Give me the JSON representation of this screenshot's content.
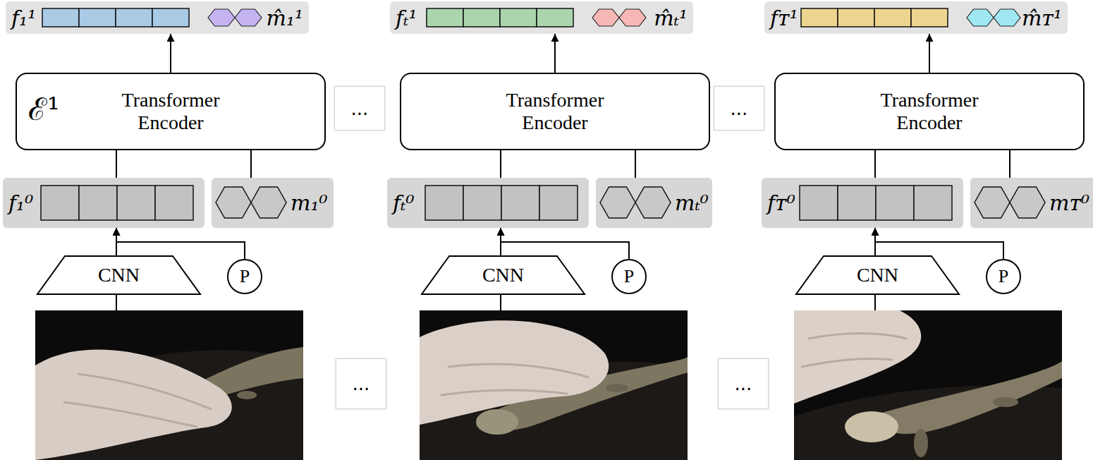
{
  "diagram": {
    "nodes": [
      {
        "text": [
          "f₁¹",
          "m̂₁¹"
        ]
      },
      {
        "text": [
          "ℰ¹",
          "Transformer Encoder"
        ]
      },
      {
        "text": [
          "f₁⁰"
        ]
      },
      {
        "text": [
          "m₁⁰"
        ]
      },
      {
        "text": [
          "CNN"
        ]
      },
      {
        "text": [
          "P"
        ]
      },
      {
        "text": [
          "..."
        ]
      },
      {
        "text": [
          "..."
        ]
      },
      {
        "text": [
          "fₜ¹",
          "m̂ₜ¹"
        ]
      },
      {
        "text": [
          "Transformer Encoder"
        ]
      },
      {
        "text": [
          "fₜ⁰"
        ]
      },
      {
        "text": [
          "mₜ⁰"
        ]
      },
      {
        "text": [
          "CNN"
        ]
      },
      {
        "text": [
          "P"
        ]
      },
      {
        "text": [
          "..."
        ]
      },
      {
        "text": [
          "..."
        ]
      },
      {
        "text": [
          "fᴛ¹",
          "m̂ᴛ¹"
        ]
      },
      {
        "text": [
          "Transformer Encoder"
        ]
      },
      {
        "text": [
          "fᴛ⁰"
        ]
      },
      {
        "text": [
          "mᴛ⁰"
        ]
      },
      {
        "text": [
          "CNN"
        ]
      },
      {
        "text": [
          "P"
        ]
      }
    ],
    "edges": [
      {
        "from": 1,
        "to": 0,
        "arrow": "to"
      },
      {
        "from": 2,
        "to": 1,
        "arrow": "none"
      },
      {
        "from": 3,
        "to": 1,
        "arrow": "none"
      },
      {
        "from": 4,
        "to": 2,
        "arrow": "to"
      },
      {
        "from": 5,
        "to": 2,
        "arrow": "to"
      },
      {
        "from": 9,
        "to": 8,
        "arrow": "to"
      },
      {
        "from": 10,
        "to": 9,
        "arrow": "none"
      },
      {
        "from": 11,
        "to": 9,
        "arrow": "none"
      },
      {
        "from": 12,
        "to": 10,
        "arrow": "to"
      },
      {
        "from": 13,
        "to": 10,
        "arrow": "to"
      },
      {
        "from": 17,
        "to": 16,
        "arrow": "to"
      },
      {
        "from": 18,
        "to": 17,
        "arrow": "none"
      },
      {
        "from": 19,
        "to": 17,
        "arrow": "none"
      },
      {
        "from": 20,
        "to": 18,
        "arrow": "to"
      },
      {
        "from": 21,
        "to": 18,
        "arrow": "to"
      }
    ]
  }
}
